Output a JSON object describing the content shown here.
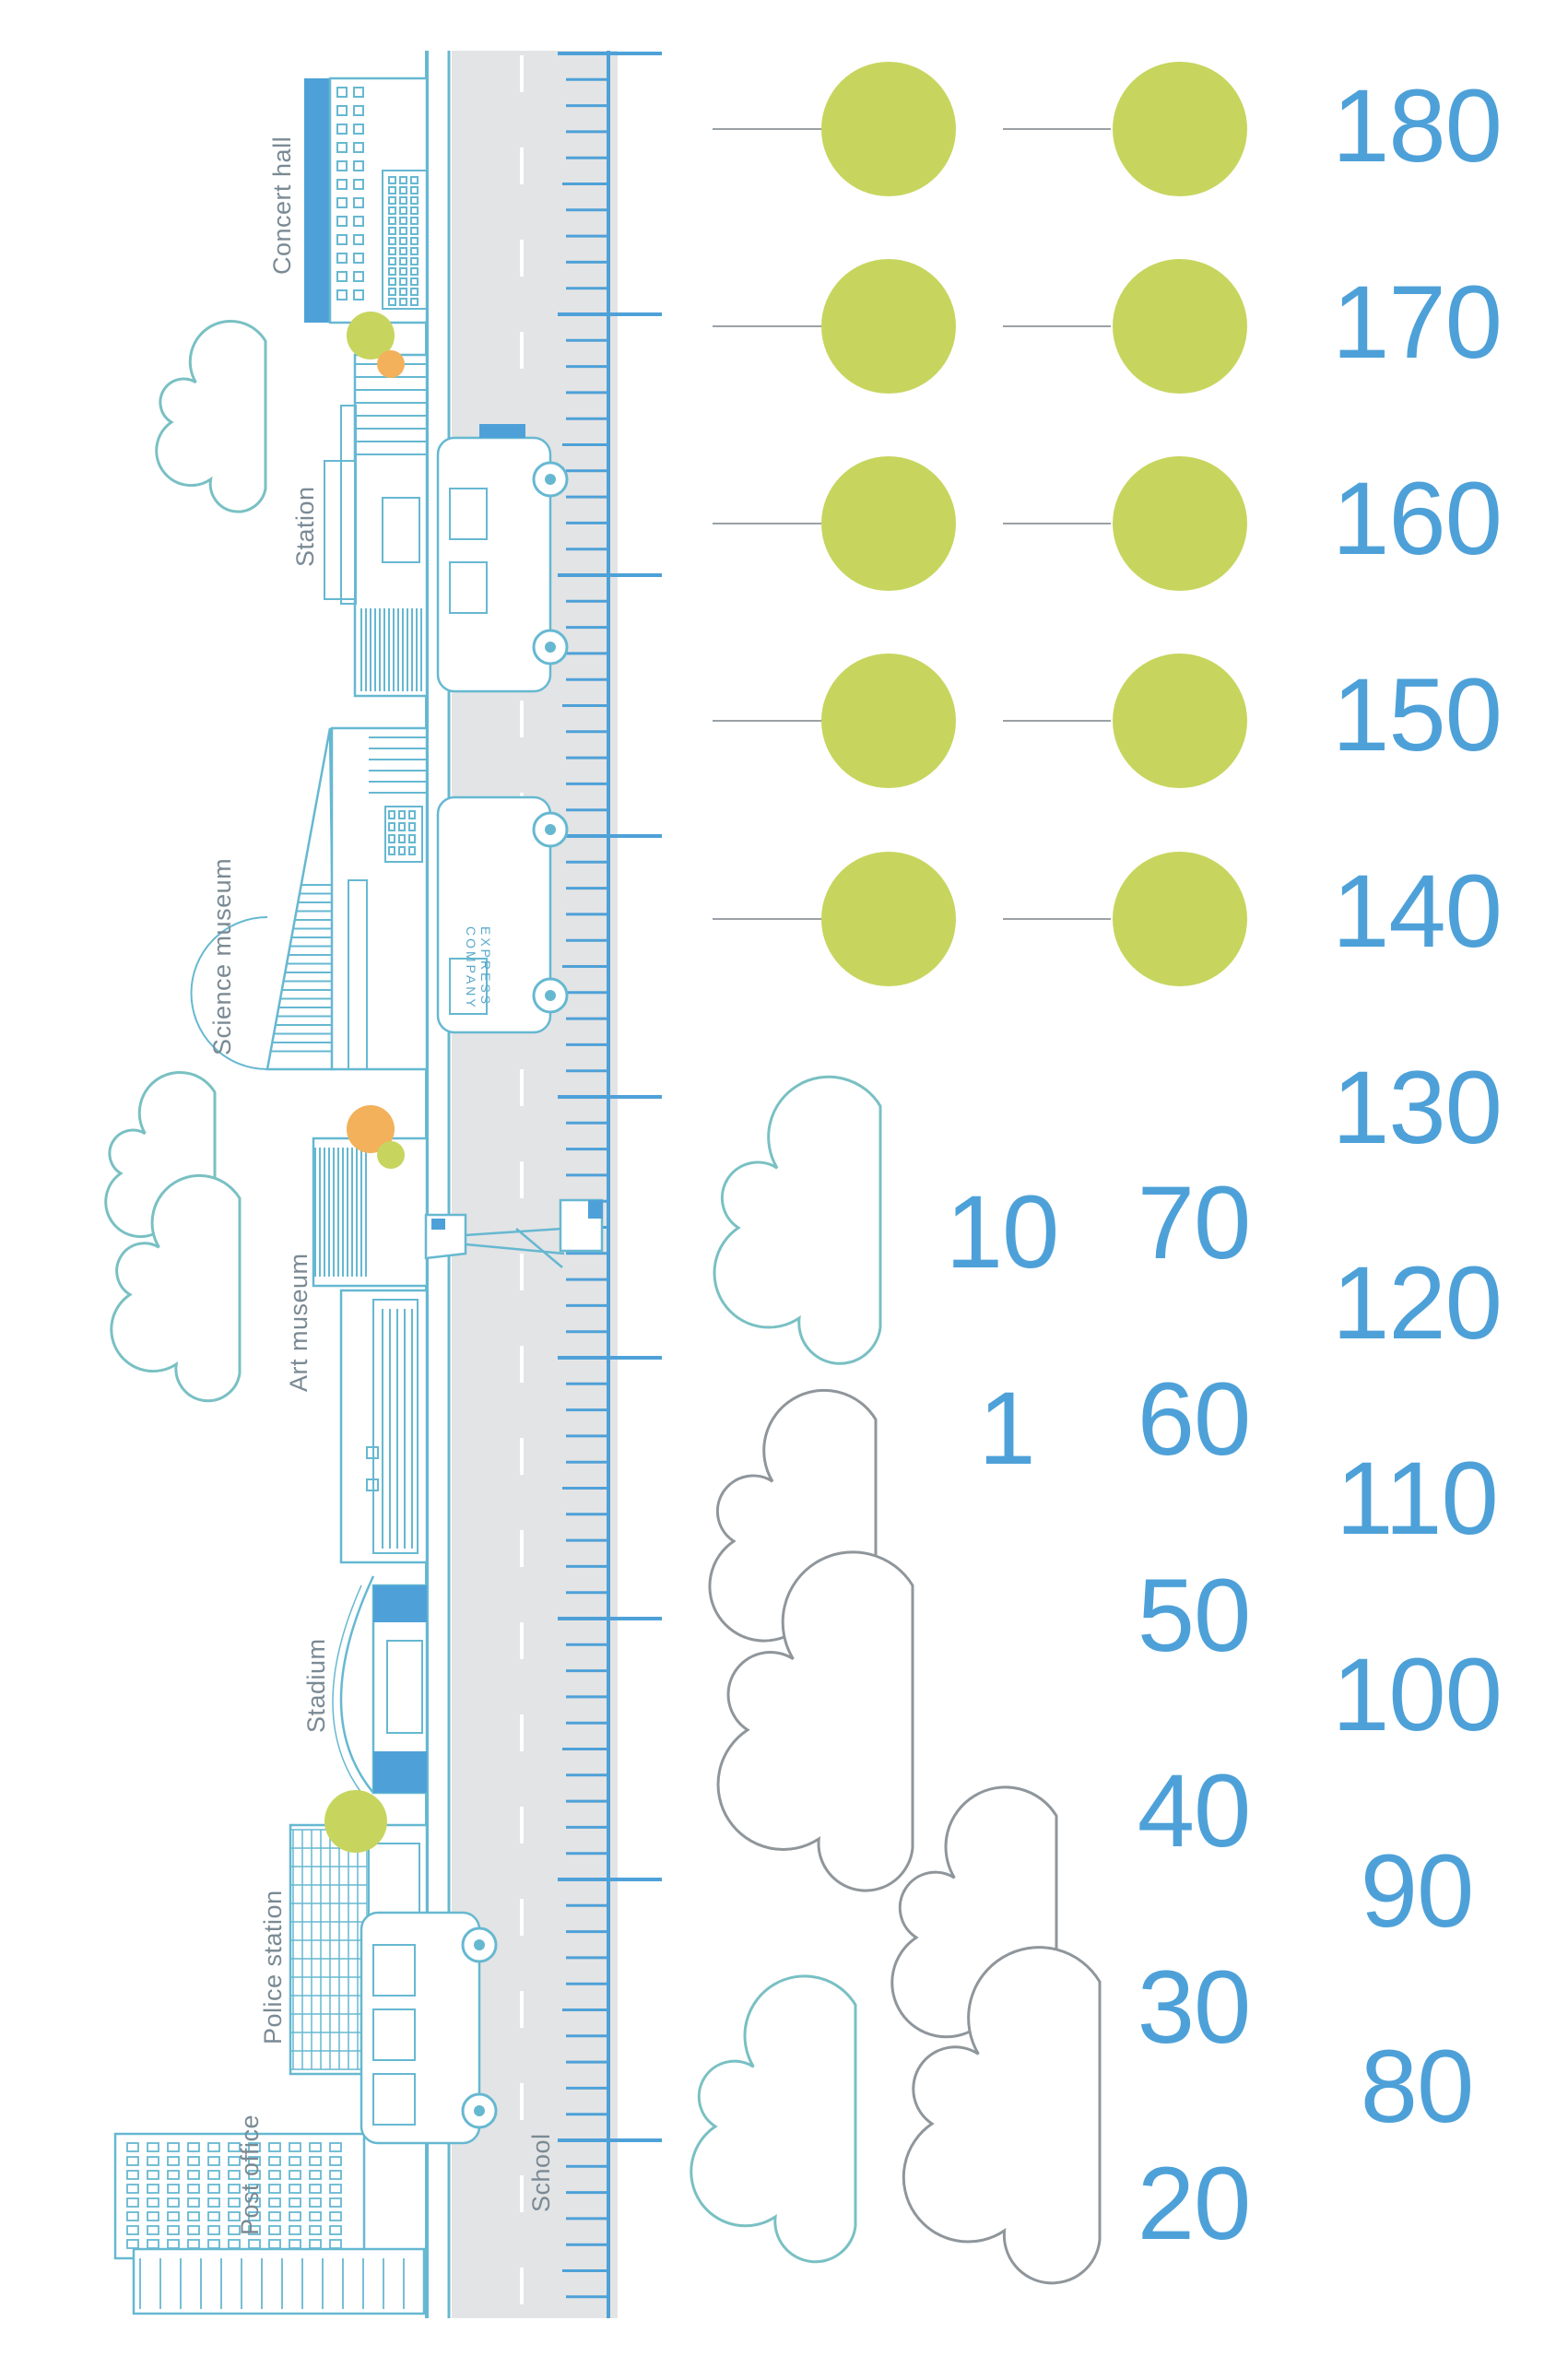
{
  "colors": {
    "scale_blue": "#4ea1d8",
    "outline": "#66b8d1",
    "road": "#e3e4e5",
    "dot_green": "#c7d55e",
    "dot_orange": "#f2b15a",
    "cloud_gray": "#8f969b",
    "cloud_teal": "#79c0c3"
  },
  "buildings": {
    "concert_hall": "Concert hall",
    "station": "Station",
    "science_museum": "Science museum",
    "art_museum": "Art museum",
    "stadium": "Stadium",
    "police_station": "Police station",
    "post_office": "Post office",
    "school": "School"
  },
  "van": {
    "company_line1": "EXPRESS",
    "company_line2": "COMPANY"
  },
  "scale_outer": [
    "180",
    "170",
    "160",
    "150",
    "140",
    "130",
    "120",
    "110",
    "100",
    "90",
    "80"
  ],
  "scale_middle": [
    "70",
    "60",
    "50",
    "40",
    "30",
    "20"
  ],
  "scale_inner": [
    "10",
    "1"
  ],
  "height_markers": [
    {
      "label": "180",
      "count": 2
    },
    {
      "label": "170",
      "count": 2
    },
    {
      "label": "160",
      "count": 2
    },
    {
      "label": "150",
      "count": 2
    },
    {
      "label": "140",
      "count": 2
    }
  ]
}
